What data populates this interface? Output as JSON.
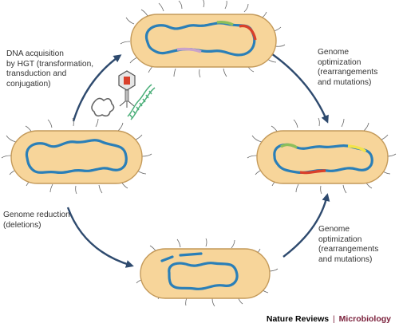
{
  "labels": {
    "hgt": [
      "DNA acquisition",
      "by HGT (transformation,",
      "transduction and",
      "conjugation)"
    ],
    "optimization_top": [
      "Genome",
      "optimization",
      "(rearrangements",
      "and mutations)"
    ],
    "reduction": [
      "Genome reduction",
      "(deletions)"
    ],
    "optimization_bottom": [
      "Genome",
      "optimization",
      "(rearrangements",
      "and mutations)"
    ]
  },
  "credit": {
    "journal": "Nature Reviews",
    "separator": "|",
    "section": "Microbiology"
  },
  "colors": {
    "cell_fill": "#f7d59a",
    "cell_outline": "#c49a5a",
    "dna": "#2a7fb8",
    "arrow": "#2e4a6e",
    "segment_red": "#d9402b",
    "segment_green": "#8dbf5a",
    "segment_purple": "#c9a3c9",
    "segment_yellow": "#f2e34a",
    "phage_red": "#d9402b",
    "dna_helix": "#4caf7a",
    "credit_accent": "#7a1f3a"
  }
}
